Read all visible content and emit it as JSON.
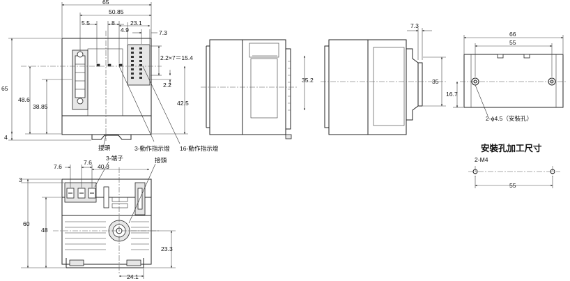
{
  "top_view": {
    "width_65": "65",
    "dim_50_85": "50.85",
    "dim_5_5": "5.5",
    "dim_8": "8",
    "dim_23_1": "23.1",
    "dim_4_9": "4.9",
    "dim_7_3": "7.3",
    "pitch": "2.2×7＝15.4",
    "dim_2_2": "2.2",
    "height_65": "65",
    "dim_48_6": "48.6",
    "dim_38_85": "38.85",
    "dim_42_5": "42.5",
    "dim_4": "4",
    "label_terminal": "接頭",
    "label_3_led": "3-動作指示燈",
    "label_16_led": "16-動作指示燈"
  },
  "side_view": {
    "dim_35_2": "35.2"
  },
  "right_side_view": {
    "dim_7_3": "7.3",
    "dim_35": "35"
  },
  "rear_view": {
    "dim_66": "66",
    "dim_55": "55",
    "dim_16_7": "16.7",
    "hole_label": "2-ϕ4.5（安裝孔）"
  },
  "mounting": {
    "title": "安裝孔加工尺寸",
    "screw_label": "2-M4",
    "dim_55": "55"
  },
  "bottom_view": {
    "dim_7_6_a": "7.6",
    "dim_7_6_b": "7.6",
    "label_3_terminal": "3-端子",
    "label_connector": "接頭",
    "dim_40_3": "40.3",
    "dim_3": "3",
    "dim_60": "60",
    "dim_48": "48",
    "dim_23_3": "23.3",
    "dim_24_1": "24.1"
  }
}
